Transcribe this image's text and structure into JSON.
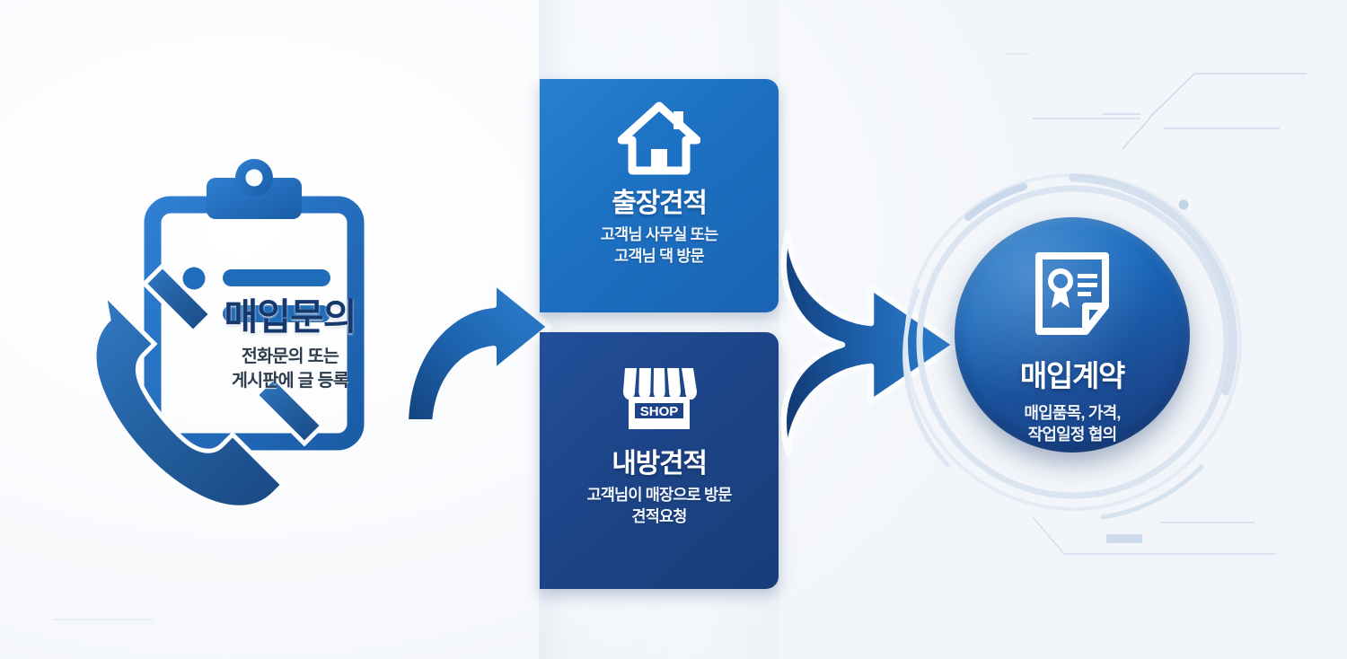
{
  "diagram": {
    "type": "process-flow",
    "direction": "left-to-right",
    "background_color": "#f5f8fc",
    "accent_color": "#1d71c3",
    "dark_accent_color": "#1a3d79"
  },
  "step1": {
    "icon_names": [
      "clipboard-icon",
      "telephone-handset-icon"
    ],
    "title": "매입문의",
    "subtitle_line1": "전화문의 또는",
    "subtitle_line2": "게시판에 글 등록",
    "title_color": "#15396e"
  },
  "arrows": [
    {
      "name": "arrow-step1-to-step2",
      "shape": "curved-right-arrow"
    },
    {
      "name": "arrow-step2-to-step3",
      "shape": "merging-curved-right-arrow"
    }
  ],
  "step2": {
    "cards": [
      {
        "icon_name": "house-icon",
        "title": "출장견적",
        "subtitle_line1": "고객님 사무실 또는",
        "subtitle_line2": "고객님 댁 방문",
        "background_color": "#1d71c3"
      },
      {
        "icon_name": "storefront-shop-icon",
        "icon_label": "SHOP",
        "title": "내방견적",
        "subtitle_line1": "고객님이 매장으로 방문",
        "subtitle_line2": "견적요청",
        "background_color": "#1d4488"
      }
    ]
  },
  "step3": {
    "icon_name": "certificate-document-icon",
    "title": "매입계약",
    "subtitle_line1": "매입품목, 가격,",
    "subtitle_line2": "작업일정 협의",
    "background_color": "#1a68bb"
  }
}
